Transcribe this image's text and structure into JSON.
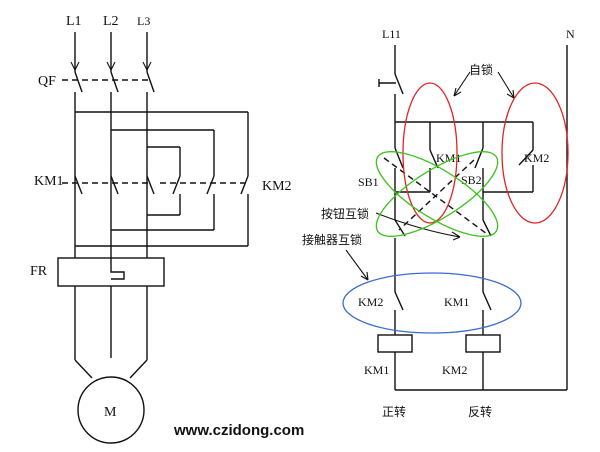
{
  "left_circuit": {
    "phase_labels": [
      "L1",
      "L2",
      "L3"
    ],
    "breaker_label": "QF",
    "contactor_forward_label": "KM1",
    "contactor_reverse_label": "KM2",
    "overload_label": "FR",
    "motor_label": "M"
  },
  "right_circuit": {
    "line_label": "L11",
    "neutral_label": "N",
    "self_lock_annotation": "自锁",
    "button_interlock_annotation": "按钮互锁",
    "contactor_interlock_annotation": "接触器互锁",
    "sb1_label": "SB1",
    "sb2_label": "SB2",
    "holding_contact_km1_label": "KM1",
    "holding_contact_km2_label": "KM2",
    "interlock_contact_left_label": "KM2",
    "interlock_contact_right_label": "KM1",
    "coil_left_label": "KM1",
    "coil_right_label": "KM2",
    "caption_forward": "正转",
    "caption_reverse": "反转"
  },
  "colors": {
    "self_lock_ellipse": "#e02424",
    "button_interlock_ellipse": "#3ec21f",
    "contactor_interlock_ellipse": "#3a6ad4",
    "wire": "#111111"
  },
  "watermark": "www.czidong.com"
}
